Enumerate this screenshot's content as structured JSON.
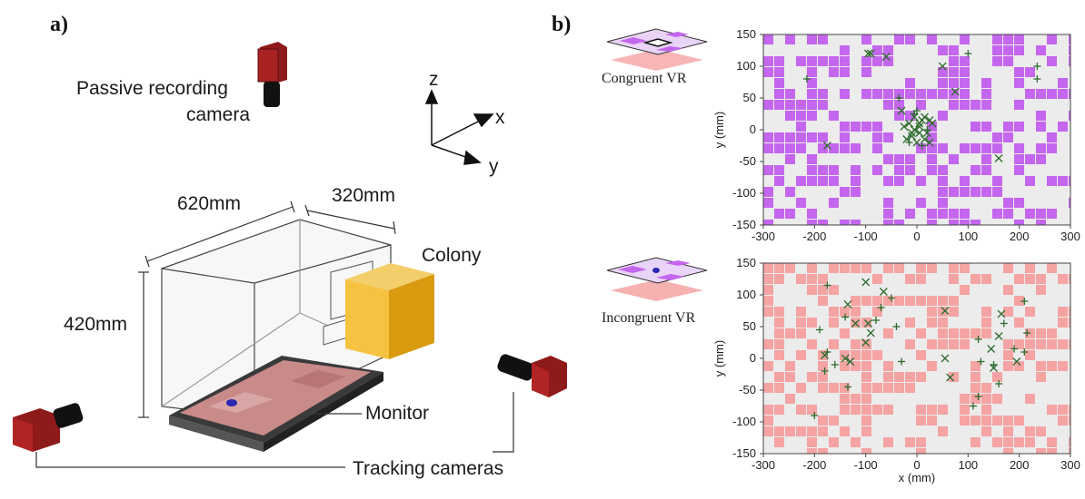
{
  "panel_a": {
    "label": "a)",
    "passive_camera_label_line1": "Passive recording",
    "passive_camera_label_line2": "camera",
    "axis_z": "z",
    "axis_x": "x",
    "axis_y": "y",
    "dim_length": "620mm",
    "dim_width": "320mm",
    "dim_height": "420mm",
    "colony_label": "Colony",
    "monitor_label": "Monitor",
    "tracking_label": "Tracking cameras",
    "colors": {
      "camera": "#a32020",
      "colony": "#e8b020",
      "arena_floor": "#c98a8a",
      "fly_dot": "#2828b0"
    }
  },
  "panel_b": {
    "label": "b)",
    "congruent_label": "Congruent  VR",
    "incongruent_label": "Incongruent  VR",
    "colors": {
      "purple": "#c466ee",
      "pink": "#f5a3a3",
      "background": "#ececec",
      "marker": "#2d6b2d"
    }
  },
  "chart_data": [
    {
      "type": "scatter",
      "title": "Congruent  VR",
      "xlabel": "",
      "ylabel": "y (mm)",
      "xlim": [
        -300,
        300
      ],
      "ylim": [
        150,
        -150
      ],
      "xticks": [
        -300,
        -200,
        -100,
        0,
        100,
        200,
        300
      ],
      "yticks": [
        -150,
        -100,
        -50,
        0,
        50,
        100,
        150
      ],
      "background_pattern": "purple checkerboard",
      "highlight_box": {
        "x": [
          -30,
          30
        ],
        "y": [
          -40,
          40
        ]
      },
      "series": [
        {
          "marker": "x",
          "points": [
            [
              -175,
              -25
            ],
            [
              160,
              -45
            ],
            [
              -10,
              -10
            ],
            [
              15,
              -15
            ],
            [
              25,
              -20
            ],
            [
              -5,
              0
            ],
            [
              5,
              5
            ],
            [
              20,
              -5
            ],
            [
              -15,
              10
            ],
            [
              10,
              15
            ],
            [
              0,
              -20
            ],
            [
              -20,
              -15
            ],
            [
              30,
              10
            ],
            [
              -5,
              20
            ],
            [
              15,
              20
            ],
            [
              5,
              -5
            ],
            [
              -25,
              5
            ],
            [
              25,
              15
            ],
            [
              -10,
              -5
            ],
            [
              5,
              10
            ],
            [
              -30,
              30
            ],
            [
              -90,
              120
            ],
            [
              -95,
              120
            ],
            [
              -60,
              115
            ],
            [
              50,
              100
            ],
            [
              75,
              60
            ]
          ]
        },
        {
          "marker": "+",
          "points": [
            [
              -215,
              80
            ],
            [
              -35,
              50
            ],
            [
              100,
              120
            ],
            [
              235,
              80
            ],
            [
              235,
              100
            ],
            [
              -5,
              25
            ],
            [
              20,
              0
            ],
            [
              -15,
              -20
            ],
            [
              10,
              -25
            ],
            [
              0,
              30
            ]
          ]
        }
      ]
    },
    {
      "type": "scatter",
      "title": "Incongruent  VR",
      "xlabel": "x (mm)",
      "ylabel": "y (mm)",
      "xlim": [
        -300,
        300
      ],
      "ylim": [
        150,
        -150
      ],
      "xticks": [
        -300,
        -200,
        -100,
        0,
        100,
        200,
        300
      ],
      "yticks": [
        -150,
        -100,
        -50,
        0,
        50,
        100,
        150
      ],
      "background_pattern": "pink checkerboard",
      "highlight_box": {
        "x": [
          -45,
          45
        ],
        "y": [
          -55,
          60
        ]
      },
      "series": [
        {
          "marker": "x",
          "points": [
            [
              -130,
              -5
            ],
            [
              -100,
              25
            ],
            [
              -90,
              40
            ],
            [
              -120,
              55
            ],
            [
              -95,
              55
            ],
            [
              -135,
              85
            ],
            [
              -65,
              105
            ],
            [
              -100,
              120
            ],
            [
              55,
              0
            ],
            [
              160,
              35
            ],
            [
              165,
              70
            ],
            [
              65,
              -30
            ],
            [
              55,
              75
            ],
            [
              150,
              -15
            ],
            [
              145,
              15
            ],
            [
              195,
              -5
            ],
            [
              -180,
              5
            ],
            [
              -140,
              0
            ]
          ]
        },
        {
          "marker": "+",
          "points": [
            [
              -200,
              -90
            ],
            [
              -190,
              45
            ],
            [
              -180,
              -20
            ],
            [
              -175,
              115
            ],
            [
              -175,
              10
            ],
            [
              -135,
              -45
            ],
            [
              -140,
              65
            ],
            [
              -160,
              -10
            ],
            [
              -80,
              60
            ],
            [
              -70,
              80
            ],
            [
              -40,
              50
            ],
            [
              -50,
              95
            ],
            [
              -30,
              -5
            ],
            [
              110,
              -75
            ],
            [
              120,
              -60
            ],
            [
              125,
              -5
            ],
            [
              150,
              -10
            ],
            [
              170,
              55
            ],
            [
              190,
              15
            ],
            [
              210,
              10
            ],
            [
              215,
              40
            ],
            [
              210,
              90
            ],
            [
              160,
              -40
            ],
            [
              120,
              30
            ]
          ]
        }
      ]
    }
  ]
}
